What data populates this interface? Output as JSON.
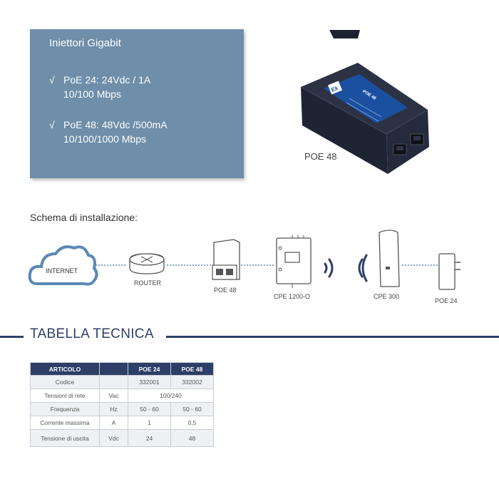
{
  "info_panel": {
    "title": "Iniettori Gigabit",
    "check_symbol": "√",
    "specs": [
      {
        "line1": "PoE 24: 24Vdc / 1A",
        "line2": "10/100 Mbps"
      },
      {
        "line1": "PoE 48: 48Vdc /500mA",
        "line2": "10/100/1000 Mbps"
      }
    ]
  },
  "product": {
    "caption": "POE 48",
    "logo_text": "Ek",
    "label_text": "POE 48"
  },
  "schema": {
    "title": "Schema di installazione:",
    "labels": {
      "internet": "INTERNET",
      "router": "ROUTER",
      "poe48": "POE 48",
      "cpe1200": "CPE 1200-O",
      "cpe300": "CPE 300",
      "poe24": "POE 24"
    }
  },
  "tech_table": {
    "title": "TABELLA TECNICA",
    "headers": [
      "ARTICOLO",
      "",
      "POE 24",
      "POE 48"
    ],
    "rows": [
      {
        "label": "Codice",
        "unit": "",
        "v24": "332001",
        "v48": "332002"
      },
      {
        "label": "Tensioni di rete",
        "unit": "Vac",
        "merged": "100/240"
      },
      {
        "label": "Frequenza",
        "unit": "Hz",
        "v24": "50 - 60",
        "v48": "50 - 60"
      },
      {
        "label": "Corrente massima",
        "unit": "A",
        "v24": "1",
        "v48": "0,5"
      },
      {
        "label": "Tensione di uscita",
        "unit": "Vdc",
        "v24": "24",
        "v48": "48"
      }
    ]
  },
  "colors": {
    "panel": "#6e8ea9",
    "navy": "#2d3e67",
    "cloud": "#5b88b5"
  }
}
